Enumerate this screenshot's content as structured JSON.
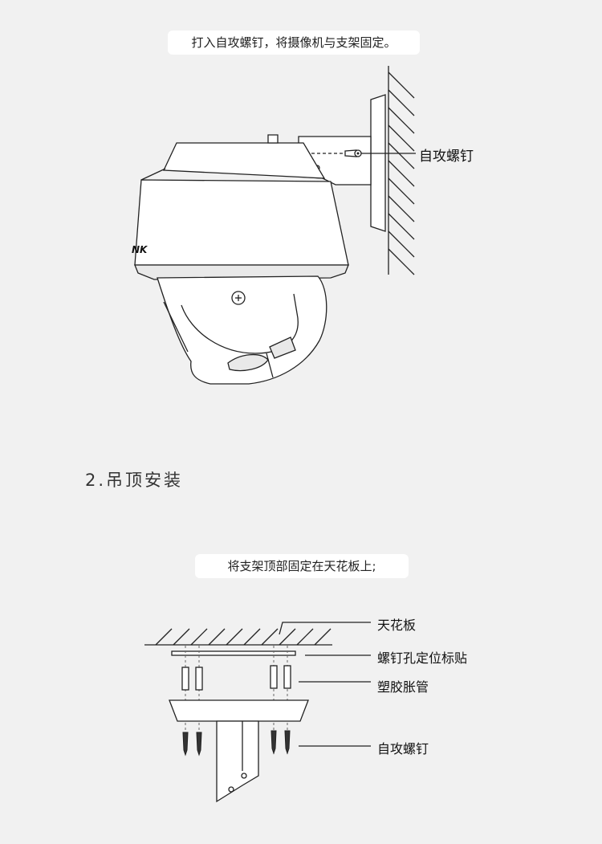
{
  "section1": {
    "instruction": "打入自攻螺钉，将摄像机与支架固定。",
    "callout_screw": "自攻螺钉",
    "logo_text": "NK"
  },
  "section2": {
    "heading": "2.吊顶安装",
    "instruction": "将支架顶部固定在天花板上;",
    "labels": {
      "ceiling": "天花板",
      "sticker": "螺钉孔定位标贴",
      "anchor": "塑胶胀管",
      "screw": "自攻螺钉"
    }
  }
}
